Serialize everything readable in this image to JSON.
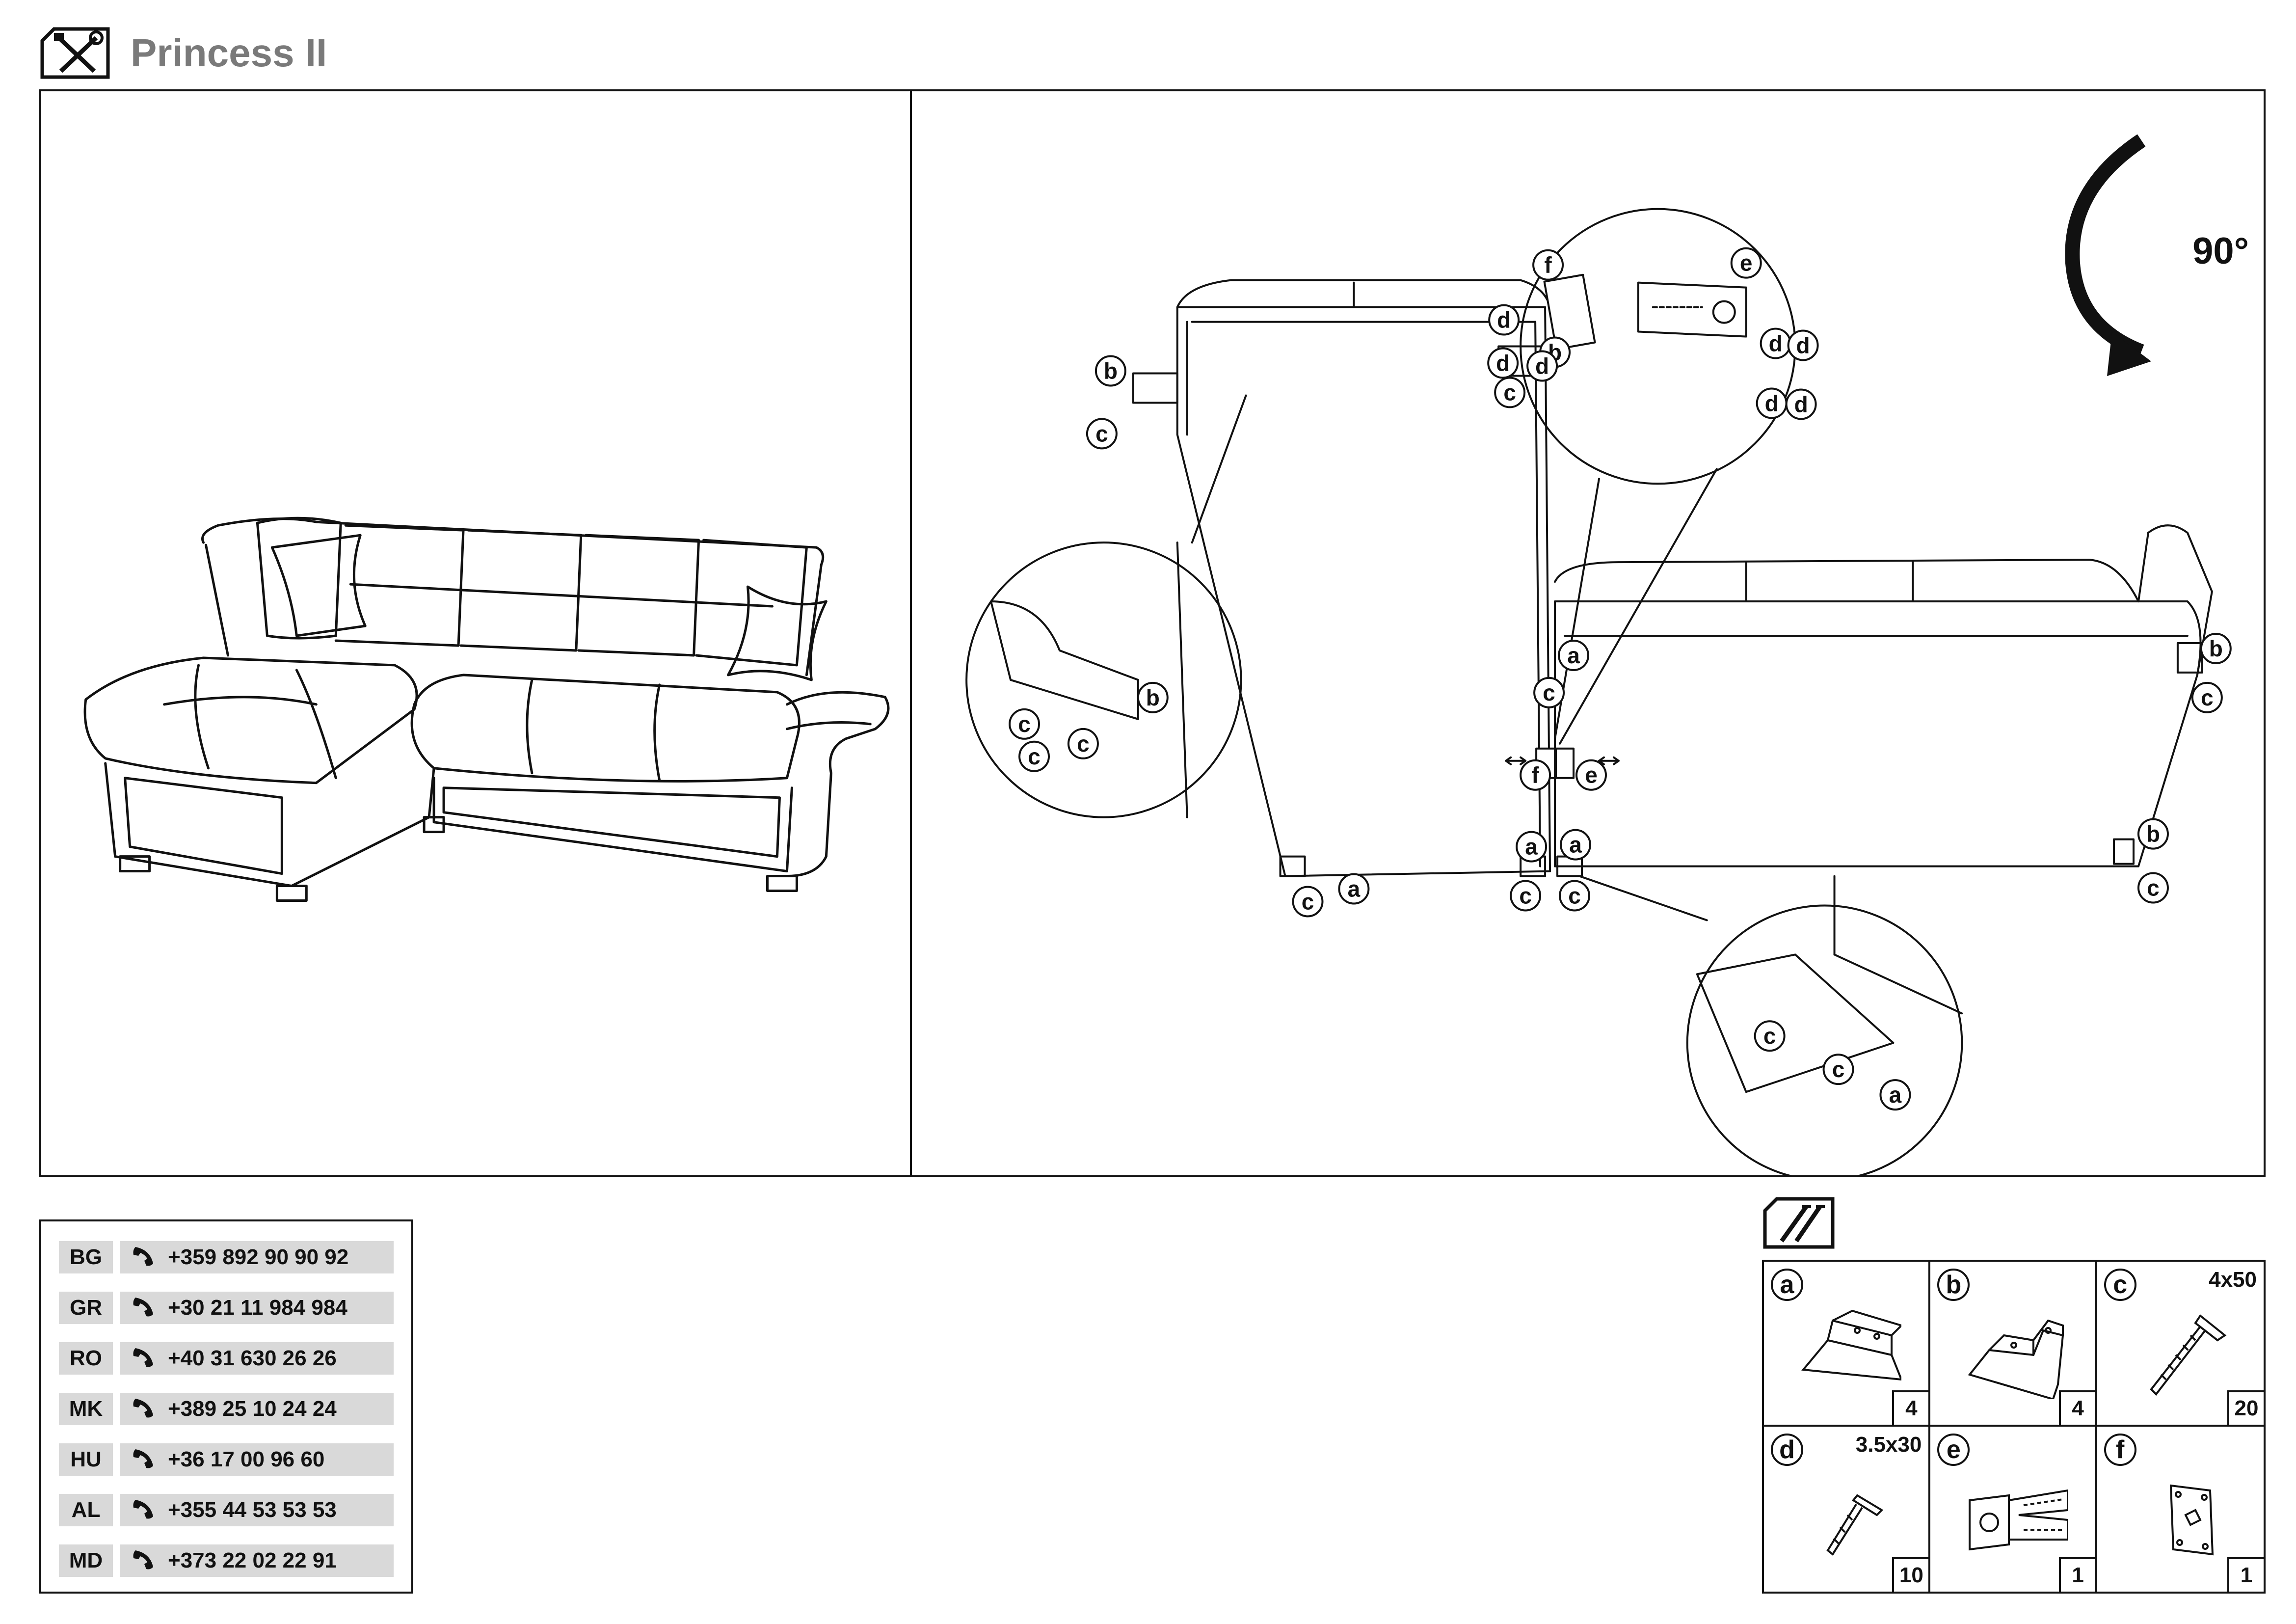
{
  "header": {
    "title": "Princess II",
    "icon": "tools-icon"
  },
  "diagram": {
    "rotation_label": "90°",
    "callouts": {
      "a": "a",
      "b": "b",
      "c": "c",
      "d": "d",
      "e": "e",
      "f": "f"
    }
  },
  "contacts": [
    {
      "code": "BG",
      "phone": "+359 892 90 90 92"
    },
    {
      "code": "GR",
      "phone": "+30 21 11 984 984"
    },
    {
      "code": "RO",
      "phone": "+40 31 630 26 26"
    },
    {
      "code": "MK",
      "phone": "+389 25 10 24 24"
    },
    {
      "code": "HU",
      "phone": "+36 17 00 96 60"
    },
    {
      "code": "AL",
      "phone": "+355 44 53 53 53"
    },
    {
      "code": "MD",
      "phone": "+373 22 02 22 91"
    }
  ],
  "parts": [
    {
      "letter": "a",
      "size": "",
      "qty": "4"
    },
    {
      "letter": "b",
      "size": "",
      "qty": "4"
    },
    {
      "letter": "c",
      "size": "4x50",
      "qty": "20"
    },
    {
      "letter": "d",
      "size": "3.5x30",
      "qty": "10"
    },
    {
      "letter": "e",
      "size": "",
      "qty": "1"
    },
    {
      "letter": "f",
      "size": "",
      "qty": "1"
    }
  ]
}
